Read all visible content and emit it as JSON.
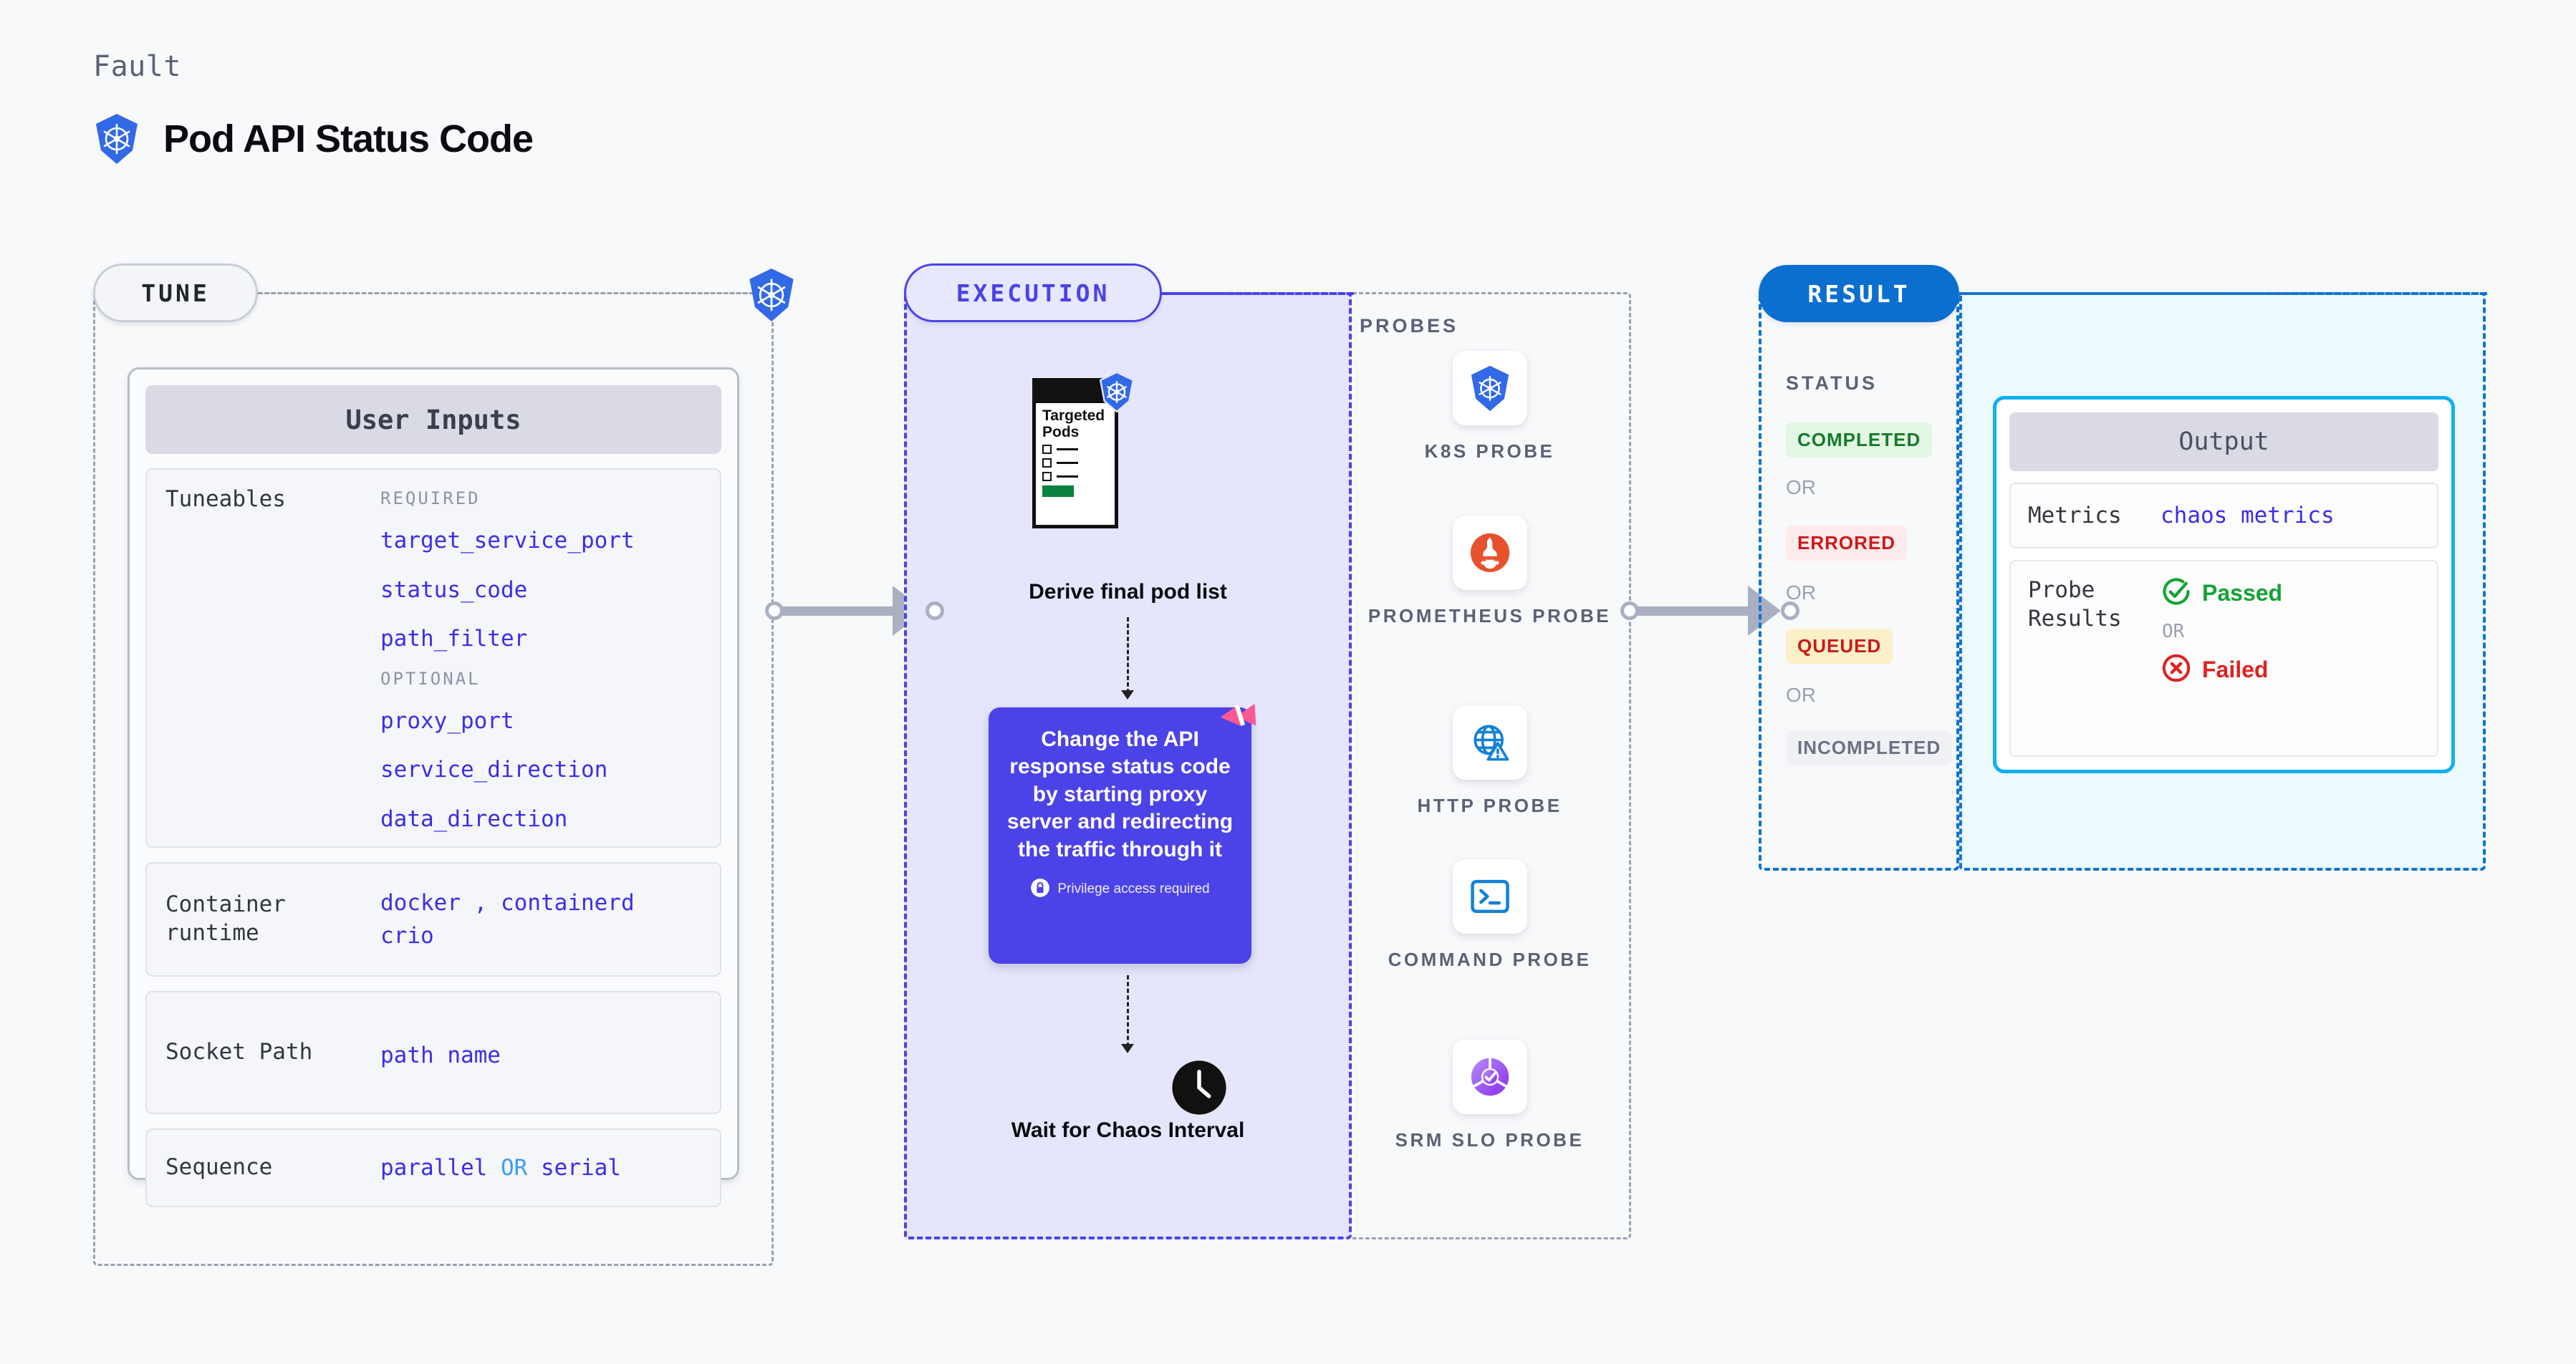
{
  "header": {
    "eyebrow": "Fault",
    "title": "Pod API Status Code",
    "logo_icon": "kubernetes-icon"
  },
  "tune": {
    "pill_label": "TUNE",
    "badge_icon": "kubernetes-icon",
    "card_title": "User Inputs",
    "rows": [
      {
        "key": "Tuneables",
        "required_label": "REQUIRED",
        "required": [
          "target_service_port",
          "status_code",
          "path_filter"
        ],
        "optional_label": "OPTIONAL",
        "optional": [
          "proxy_port",
          "service_direction",
          "data_direction"
        ]
      },
      {
        "key": "Container runtime",
        "values": [
          "docker",
          "containerd",
          "crio"
        ],
        "separator": ","
      },
      {
        "key": "Socket Path",
        "value": "path name"
      },
      {
        "key": "Sequence",
        "value_a": "parallel",
        "keyword": "OR",
        "value_b": "serial"
      }
    ]
  },
  "execution": {
    "pill_label": "EXECUTION",
    "pods_doc": {
      "title": "Targeted Pods",
      "badge_icon": "kubernetes-icon",
      "checkbox_count": 3
    },
    "derive_label": "Derive final pod list",
    "action_card": {
      "text": "Change the API response status code by starting proxy server and redirecting the traffic through it",
      "privilege_note": "Privilege access required",
      "privilege_icon": "lock-icon",
      "ribbon_icon": "chaos-ribbon-icon",
      "color": "#4b42e8"
    },
    "wait": {
      "icon": "clock-icon",
      "label": "Wait for Chaos Interval"
    }
  },
  "probes": {
    "section_label": "PROBES",
    "items": [
      {
        "label": "K8S PROBE",
        "icon": "kubernetes-icon"
      },
      {
        "label": "PROMETHEUS PROBE",
        "icon": "prometheus-icon"
      },
      {
        "label": "HTTP PROBE",
        "icon": "globe-warning-icon"
      },
      {
        "label": "COMMAND PROBE",
        "icon": "terminal-icon"
      },
      {
        "label": "SRM SLO PROBE",
        "icon": "srm-slo-icon"
      }
    ]
  },
  "result": {
    "pill_label": "RESULT",
    "status_label": "STATUS",
    "or_label": "OR",
    "statuses": [
      {
        "label": "COMPLETED",
        "color": "#157a2b",
        "bg": "#e2f6e3"
      },
      {
        "label": "ERRORED",
        "color": "#c91a1a",
        "bg": "#fdeaea"
      },
      {
        "label": "QUEUED",
        "color": "#c91a1a",
        "bg": "#fcf0c9"
      },
      {
        "label": "INCOMPLETED",
        "color": "#6c7283",
        "bg": "#eff1f5"
      }
    ]
  },
  "output": {
    "card_title": "Output",
    "metrics_key": "Metrics",
    "metrics_value": "chaos metrics",
    "probe_results_key": "Probe Results",
    "passed_label": "Passed",
    "passed_icon": "check-circle-icon",
    "or_label": "OR",
    "failed_label": "Failed",
    "failed_icon": "x-circle-icon",
    "passed_color": "#16a334",
    "failed_color": "#e02222"
  }
}
